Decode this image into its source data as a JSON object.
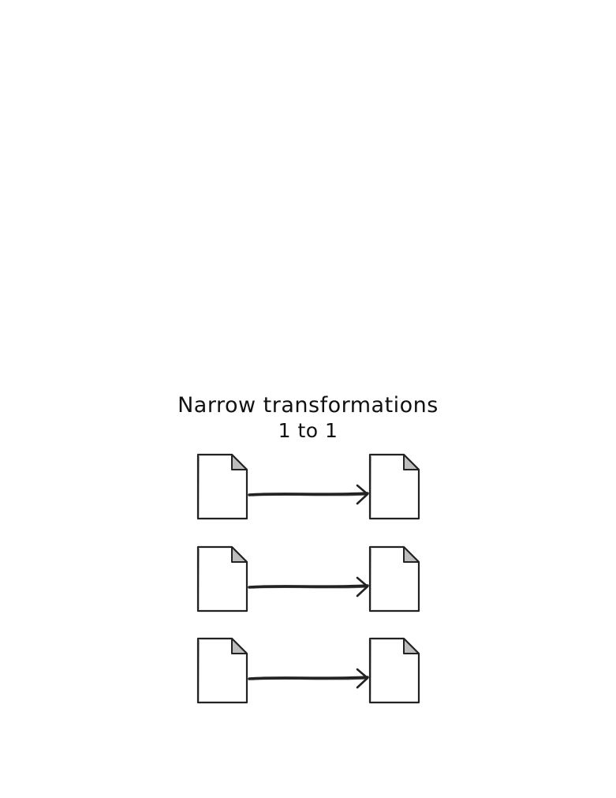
{
  "diagram": {
    "title": "Narrow transformations",
    "subtitle": "1 to 1",
    "rows": [
      {
        "source": "document-icon",
        "target": "document-icon",
        "connector": "arrow-right"
      },
      {
        "source": "document-icon",
        "target": "document-icon",
        "connector": "arrow-right"
      },
      {
        "source": "document-icon",
        "target": "document-icon",
        "connector": "arrow-right"
      }
    ],
    "colors": {
      "stroke": "#222222",
      "page_fill": "#ffffff",
      "fold_fill": "#bdbdbd",
      "text": "#111111"
    }
  }
}
